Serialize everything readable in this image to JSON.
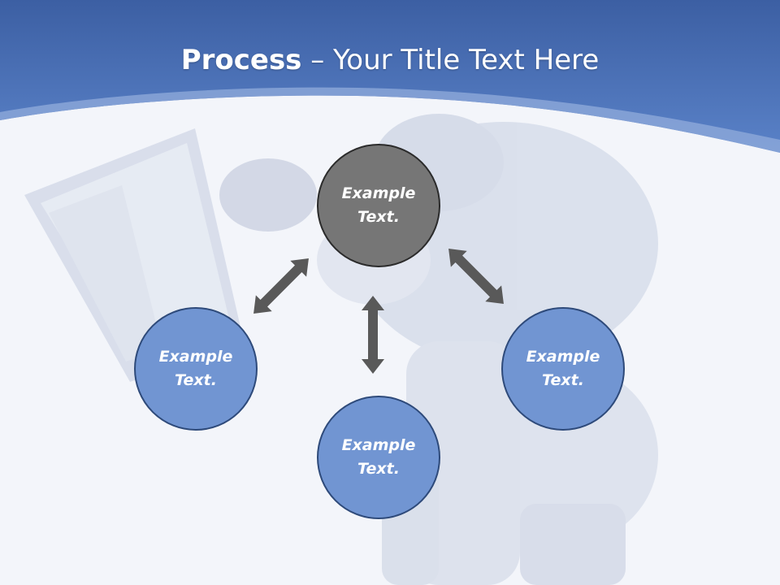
{
  "title": {
    "bold": "Process",
    "rest": " – Your Title Text Here"
  },
  "nodes": {
    "top": "Example Text.",
    "left": "Example Text.",
    "bottom": "Example Text.",
    "right": "Example Text."
  },
  "colors": {
    "header_blue": "#4f77bd",
    "node_blue": "#7195d2",
    "node_gray": "#767676",
    "arrow_gray": "#595959"
  }
}
